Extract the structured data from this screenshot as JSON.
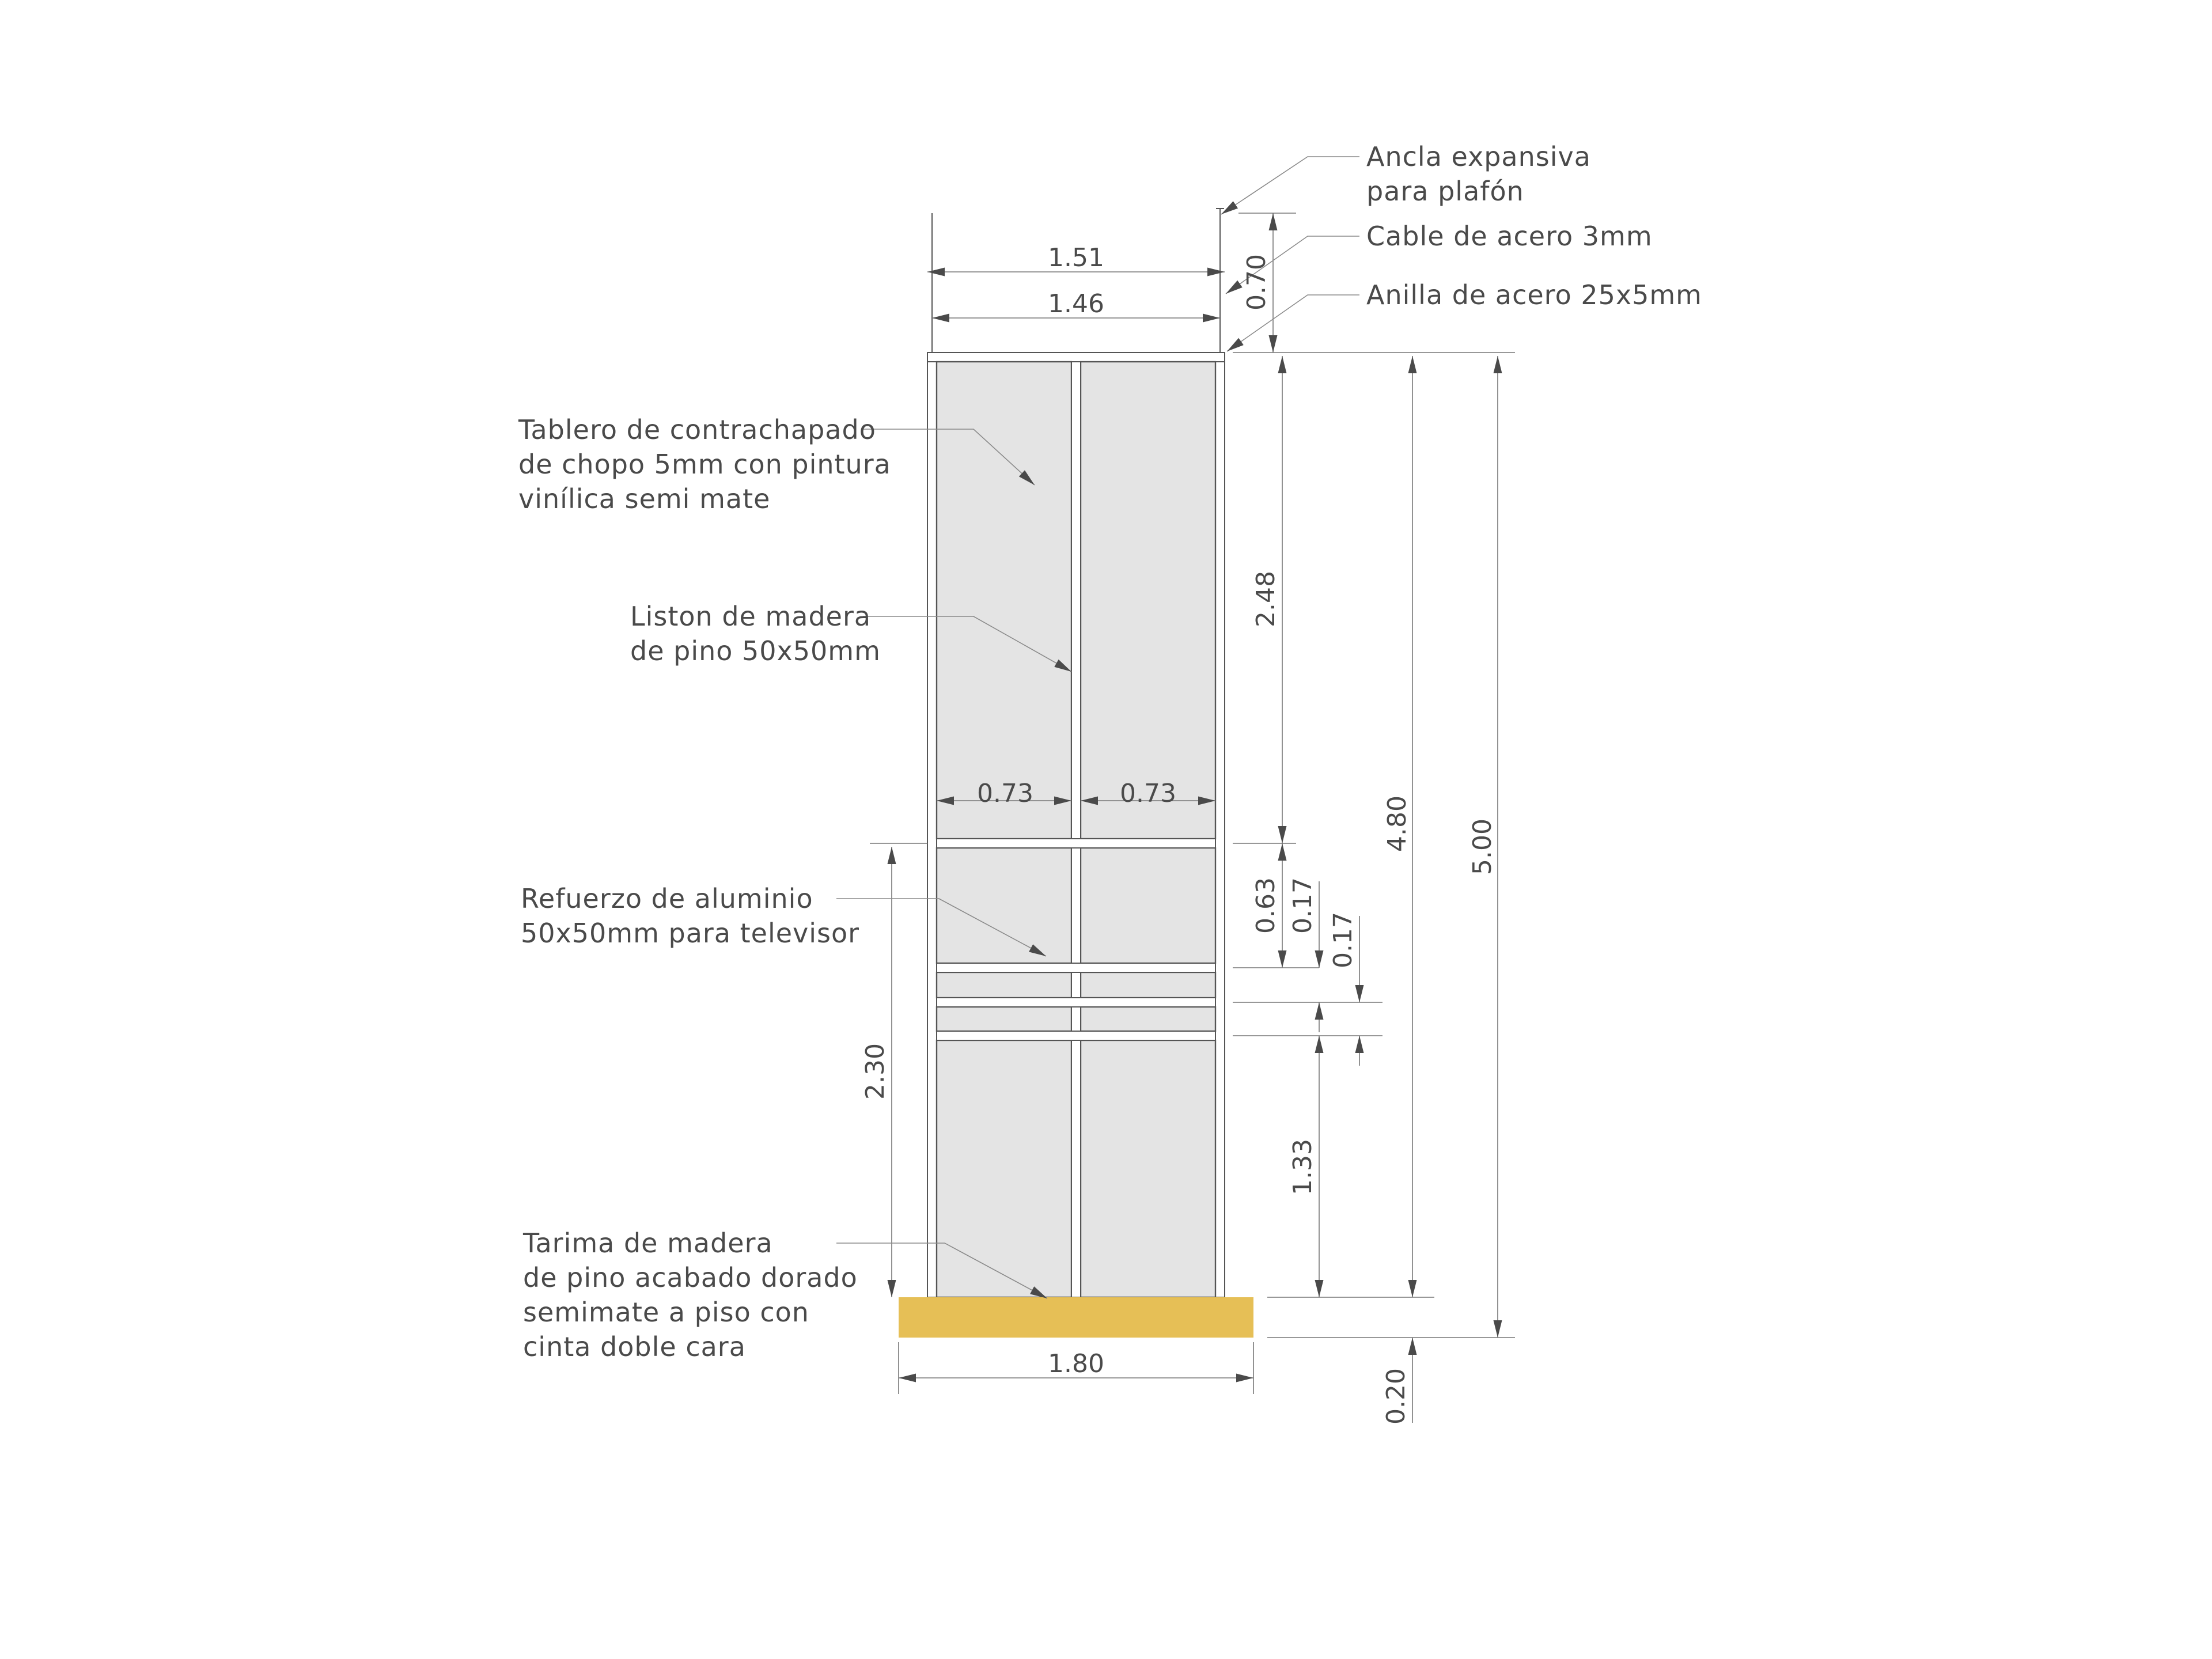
{
  "colors": {
    "line": "#555555",
    "panel": "#e4e4e4",
    "platform": "#e6bf56",
    "text": "#4a4a4a"
  },
  "annotations": {
    "anchor": [
      "Ancla expansiva",
      "para plafón"
    ],
    "cable": [
      "Cable de acero 3mm"
    ],
    "ring": [
      "Anilla de acero 25x5mm"
    ],
    "board": [
      "Tablero de contrachapado",
      "de chopo 5mm con pintura",
      "vinílica semi mate"
    ],
    "batten": [
      "Liston de madera",
      "de pino 50x50mm"
    ],
    "reinforcement": [
      "Refuerzo de aluminio",
      "50x50mm para televisor"
    ],
    "platform": [
      "Tarima de madera",
      "de pino acabado dorado",
      "semimate a piso con",
      "cinta doble cara"
    ]
  },
  "dimensions": {
    "top_outer_width": "1.51",
    "top_inner_width": "1.46",
    "cable_height": "0.70",
    "upper_panel_height": "2.48",
    "total_height_panel": "4.80",
    "total_height": "5.00",
    "left_cell_width": "0.73",
    "right_cell_width": "0.73",
    "band_height": "0.63",
    "gap_1": "0.17",
    "gap_2": "0.17",
    "lower_panel_height": "1.33",
    "tv_height": "2.30",
    "platform_width": "1.80",
    "platform_height": "0.20"
  }
}
